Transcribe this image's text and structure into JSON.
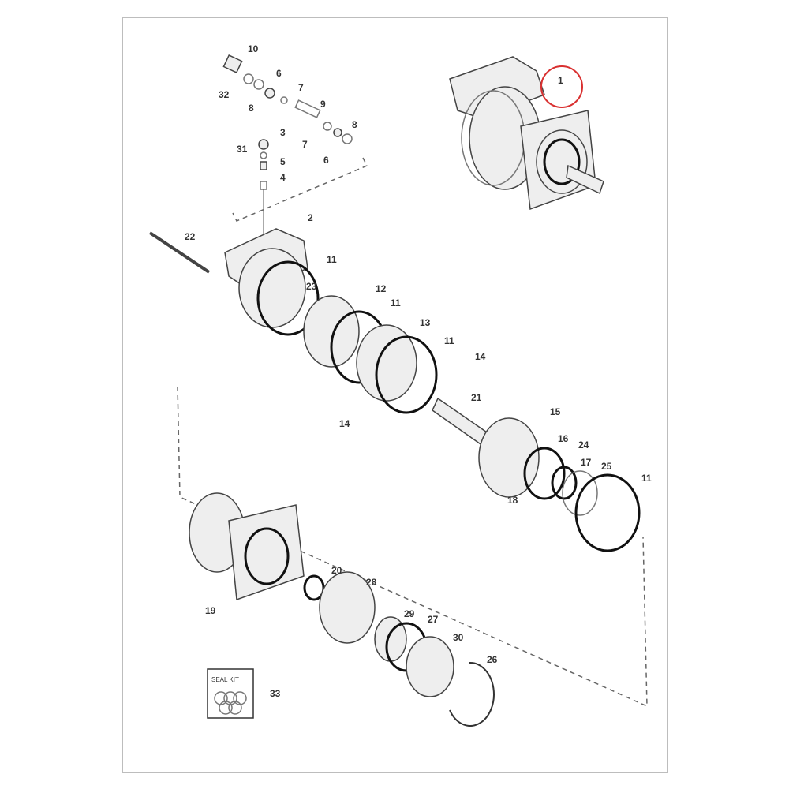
{
  "diagram": {
    "highlight_color": "#d93030",
    "callouts": [
      "1",
      "2",
      "3",
      "4",
      "5",
      "6",
      "6",
      "7",
      "7",
      "8",
      "8",
      "9",
      "10",
      "11",
      "11",
      "11",
      "11",
      "12",
      "13",
      "14",
      "14",
      "15",
      "16",
      "17",
      "18",
      "19",
      "20",
      "21",
      "22",
      "23",
      "24",
      "25",
      "26",
      "27",
      "28",
      "29",
      "30",
      "31",
      "32",
      "33"
    ],
    "seal_kit_label": "SEAL KIT"
  }
}
